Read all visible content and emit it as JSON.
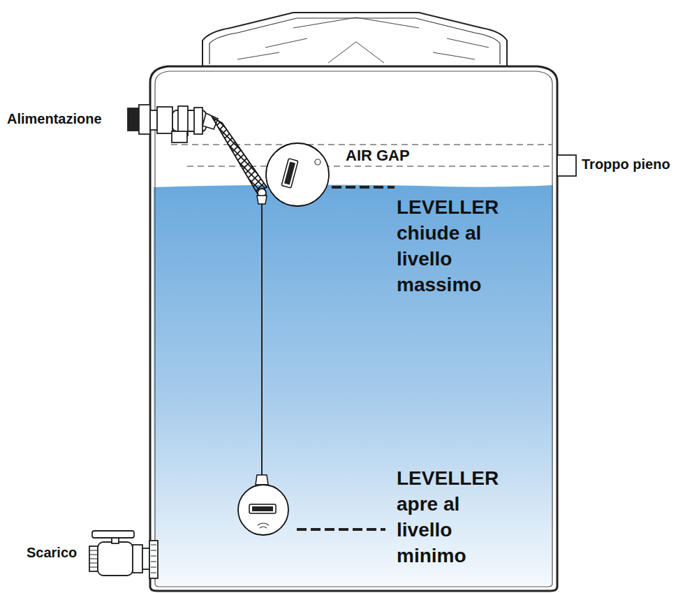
{
  "diagram": {
    "labels": [
      "Alimentazione",
      "AIR GAP",
      "Troppo pieno",
      "LEVELLER chiude al livello massimo",
      "LEVELLER apre al livello minimo",
      "Scarico"
    ]
  }
}
